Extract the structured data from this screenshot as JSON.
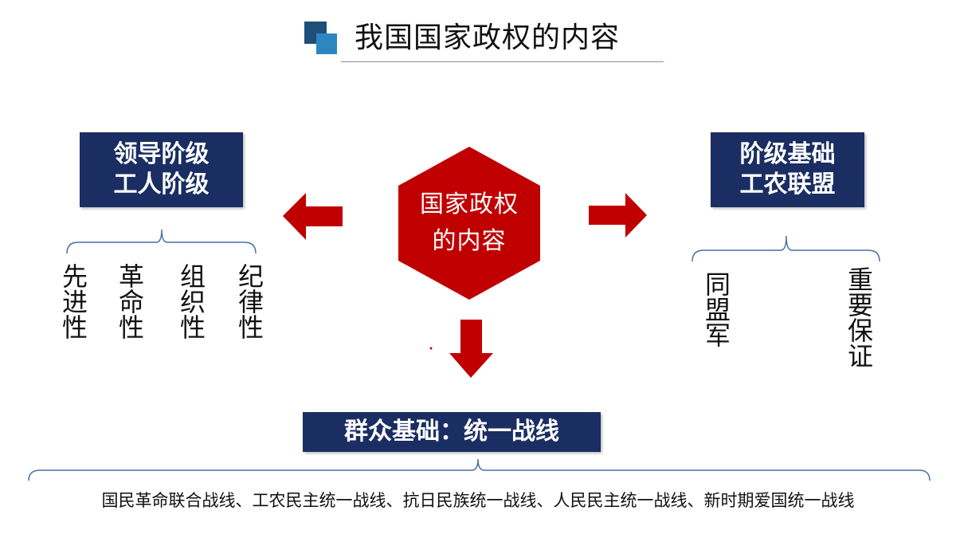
{
  "title": "我国国家政权的内容",
  "center": {
    "line1": "国家政权",
    "line2": "的内容"
  },
  "left": {
    "line1": "领导阶级",
    "line2": "工人阶级",
    "traits": [
      "先进性",
      "革命性",
      "组织性",
      "纪律性"
    ]
  },
  "right": {
    "line1": "阶级基础",
    "line2": "工农联盟",
    "traits": [
      "同盟军",
      "重要保证"
    ]
  },
  "bottom": {
    "label": "群众基础：统一战线",
    "list": "国民革命联合战线、工农民主统一战线、抗日民族统一战线、人民民主统一战线、新时期爱国统一战线"
  },
  "colors": {
    "navy": "#1a2e63",
    "red": "#c00000",
    "accent_blue": "#2e86c1"
  }
}
